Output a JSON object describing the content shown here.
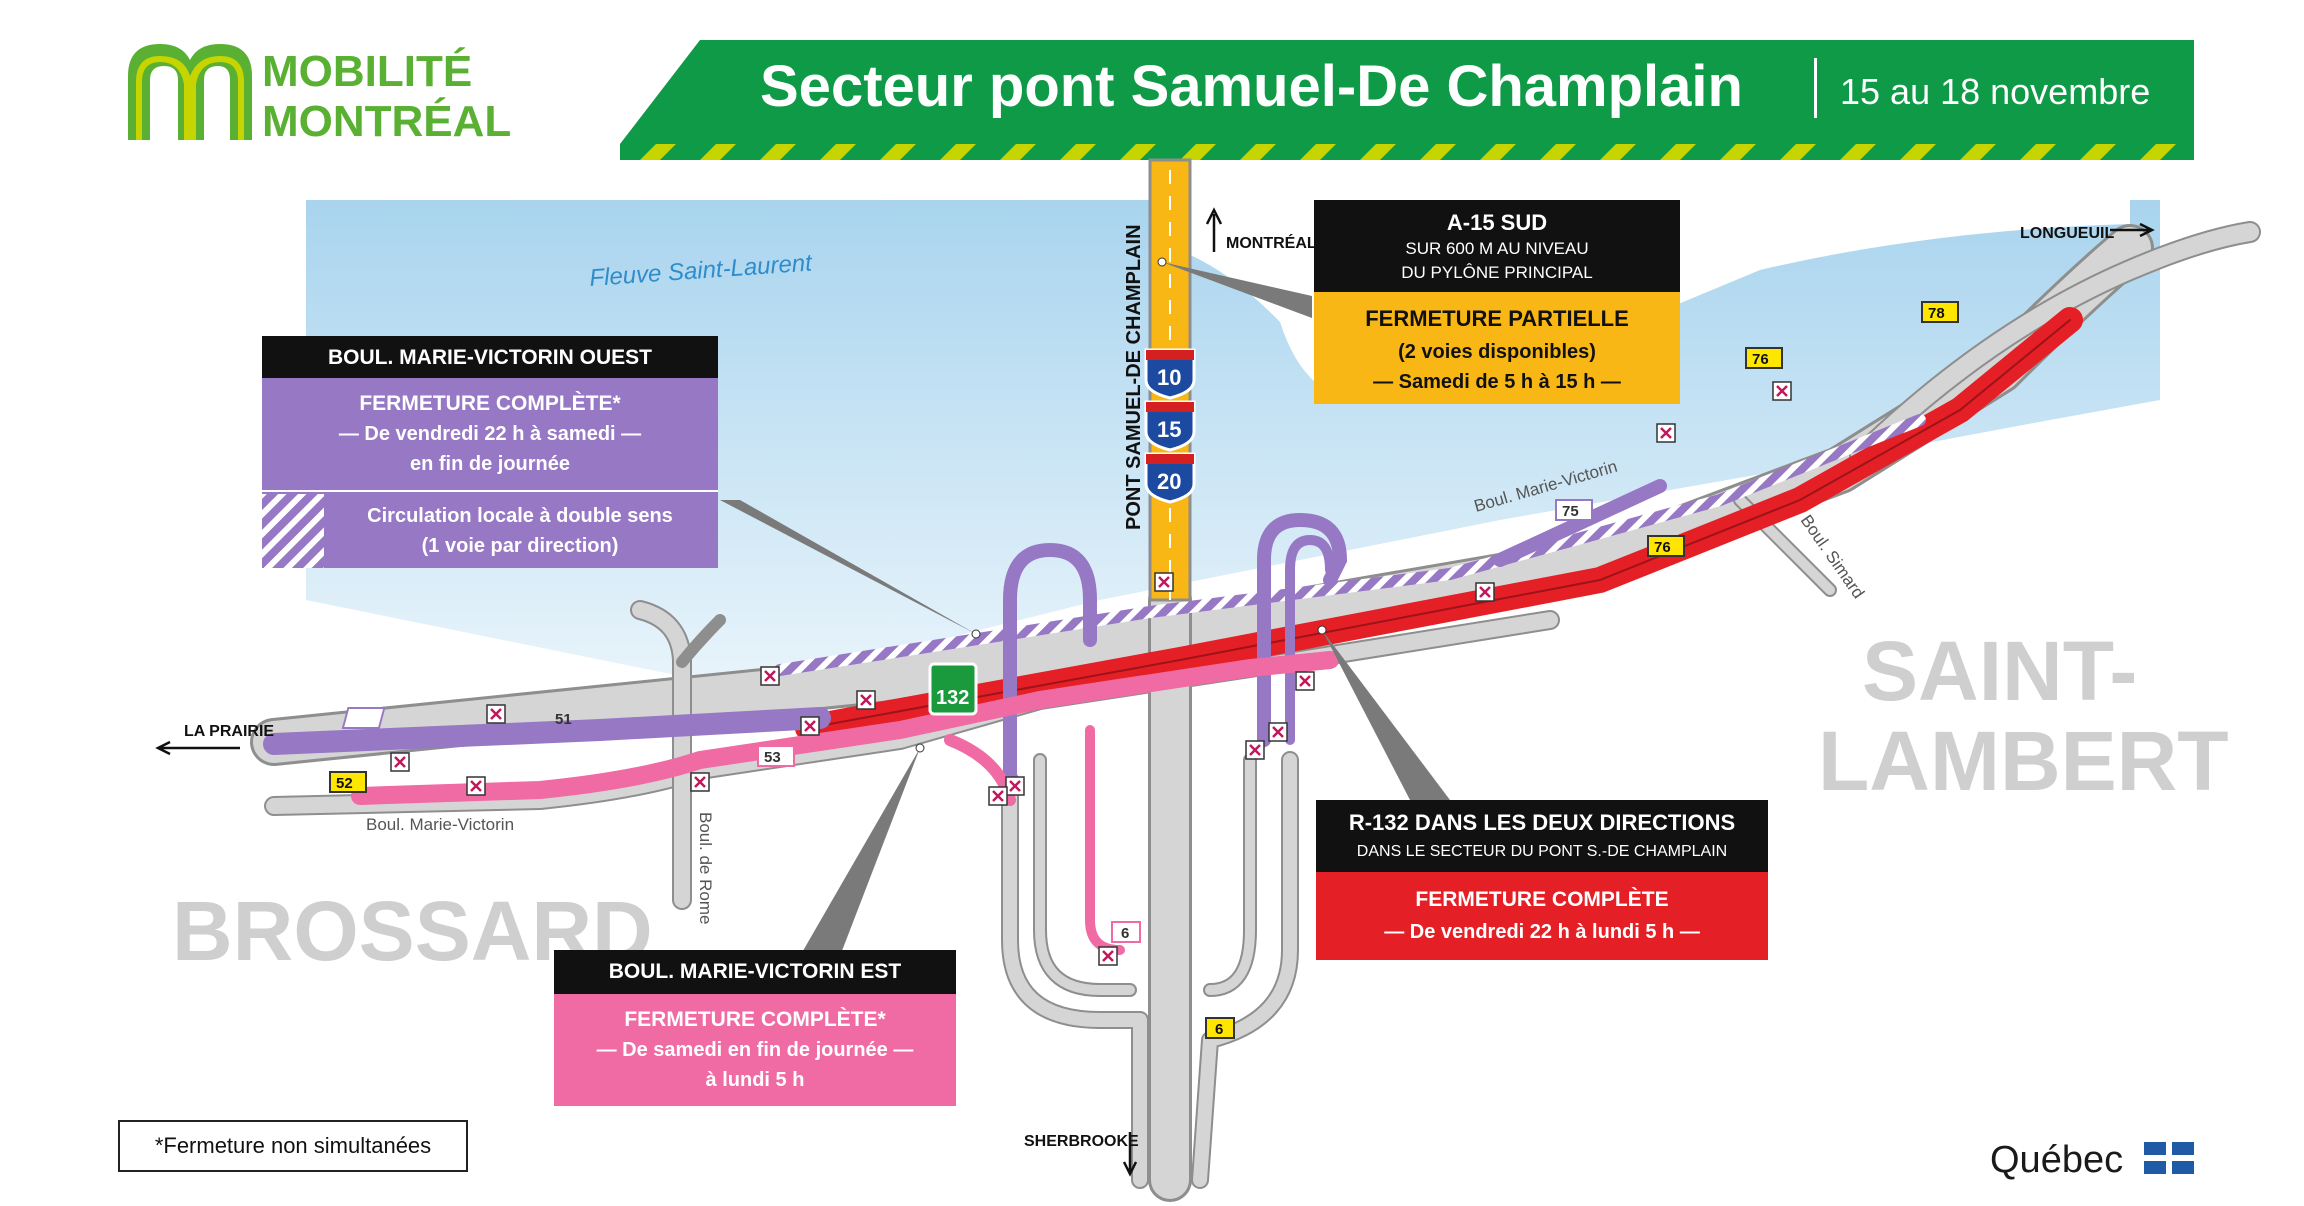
{
  "brand": {
    "line1": "MOBILITÉ",
    "line2": "MONTRÉAL",
    "green": "#5ab033",
    "yellow_green": "#c6d400"
  },
  "banner": {
    "title": "Secteur pont Samuel-De Champlain",
    "dates": "15 au 18 novembre",
    "color": "#0f9a47"
  },
  "places": {
    "river": "Fleuve Saint-Laurent",
    "bridge": "PONT SAMUEL-DE CHAMPLAIN",
    "montreal": "MONTRÉAL",
    "longueuil": "LONGUEUIL",
    "la_prairie": "LA PRAIRIE",
    "sherbrooke": "SHERBROOKE",
    "brossard": "BROSSARD",
    "saint_lambert_1": "SAINT-",
    "saint_lambert_2": "LAMBERT"
  },
  "streets": {
    "mv_upper": "Boul. Marie-Victorin",
    "mv_lower": "Boul. Marie-Victorin",
    "rome": "Boul. de Rome",
    "simard": "Boul. Simard"
  },
  "shields": {
    "i10": "10",
    "i15": "15",
    "i20": "20",
    "r132": "132"
  },
  "exits": {
    "e51": "51",
    "e52": "52",
    "e53": "53",
    "e6a": "6",
    "e6b": "6",
    "e75": "75",
    "e76a": "76",
    "e76b": "76",
    "e78": "78"
  },
  "callouts": {
    "a15": {
      "title": "A-15 SUD",
      "sub1": "SUR 600 M AU NIVEAU",
      "sub2": "DU PYLÔNE PRINCIPAL",
      "status": "FERMETURE PARTIELLE",
      "line1": "(2 voies disponibles)",
      "line2": "— Samedi de 5 h à 15 h —",
      "color": "#f8b714"
    },
    "mvo": {
      "title": "BOUL. MARIE-VICTORIN OUEST",
      "status": "FERMETURE COMPLÈTE*",
      "line1": "— De vendredi 22 h à samedi —",
      "line2": "en fin de journée",
      "local1": "Circulation locale à double sens",
      "local2": "(1 voie par direction)",
      "color": "#9778c4"
    },
    "r132": {
      "title": "R-132 DANS LES DEUX DIRECTIONS",
      "sub": "DANS LE SECTEUR DU PONT S.-DE CHAMPLAIN",
      "status": "FERMETURE COMPLÈTE",
      "line1": "— De vendredi 22 h à lundi 5 h —",
      "color": "#e41f26"
    },
    "mve": {
      "title": "BOUL. MARIE-VICTORIN EST",
      "status": "FERMETURE COMPLÈTE*",
      "line1": "— De samedi en fin de journée —",
      "line2": "à lundi 5 h",
      "color": "#f06aa3"
    }
  },
  "footnote": "*Fermeture non simultanées",
  "quebec": "Québec"
}
